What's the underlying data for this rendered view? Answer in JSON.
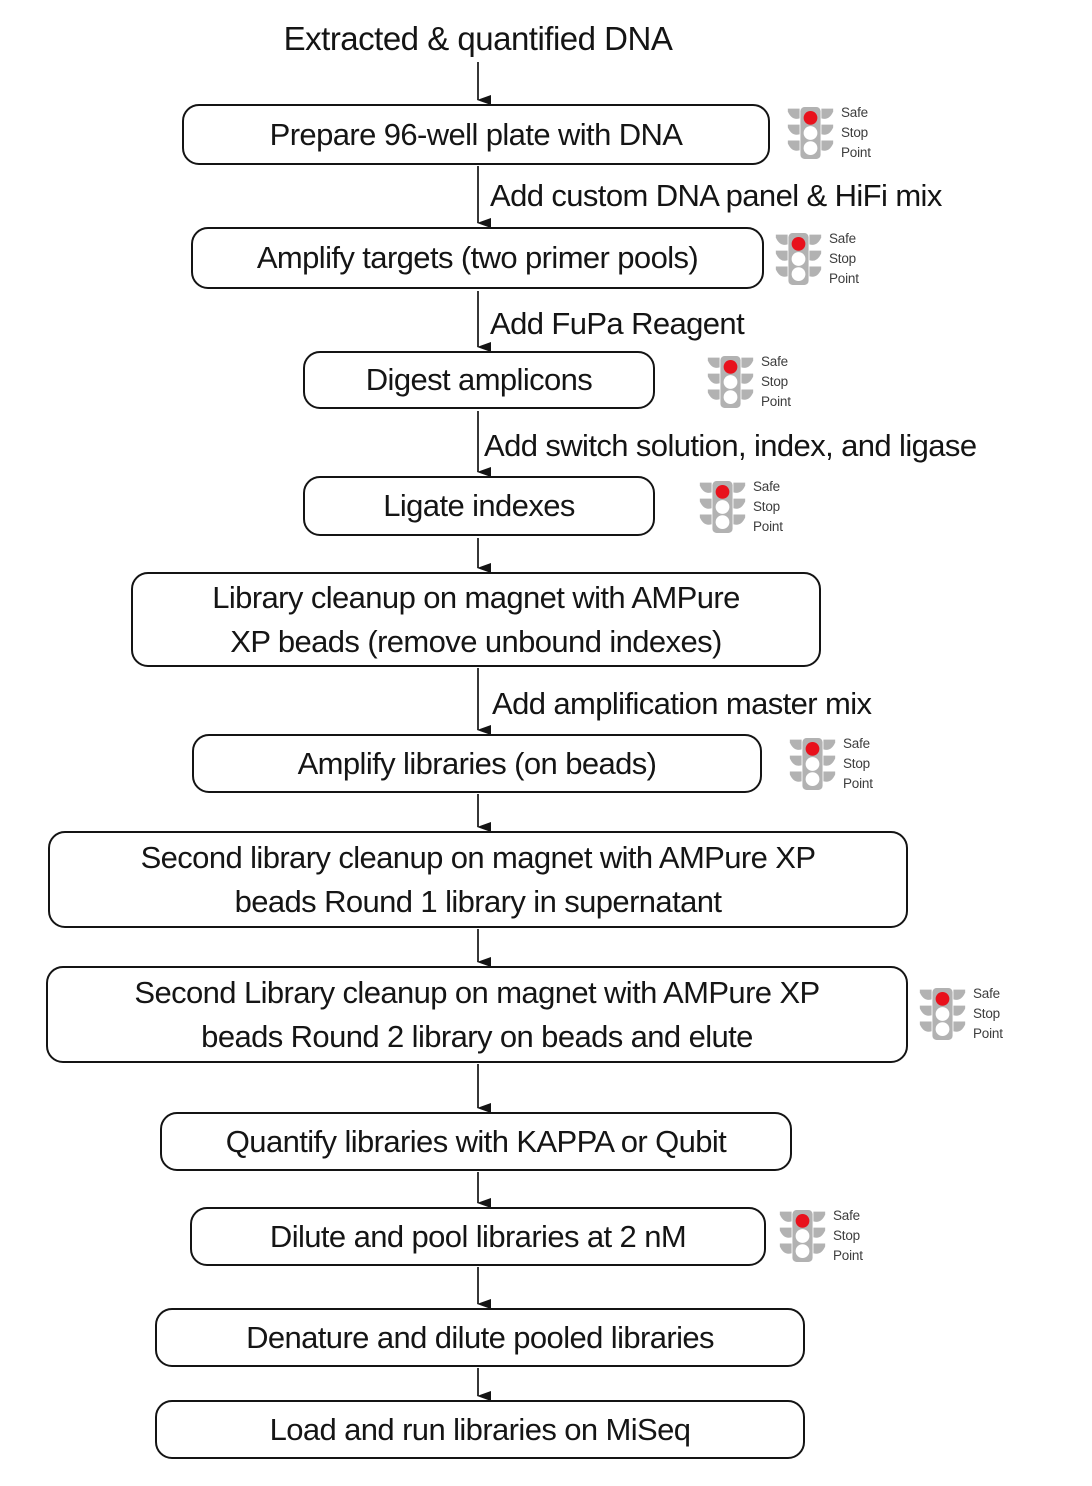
{
  "diagram": {
    "title": "Extracted & quantified DNA",
    "steps": [
      {
        "label": "Prepare 96-well plate with DNA",
        "safe_stop_point": true
      },
      {
        "label": "Amplify targets (two primer pools)",
        "safe_stop_point": true
      },
      {
        "label": "Digest amplicons",
        "safe_stop_point": true
      },
      {
        "label": "Ligate indexes",
        "safe_stop_point": true
      },
      {
        "label": "Library cleanup on magnet with AMPure\nXP beads (remove unbound indexes)",
        "safe_stop_point": false
      },
      {
        "label": "Amplify libraries (on beads)",
        "safe_stop_point": true
      },
      {
        "label": "Second library cleanup on magnet with AMPure XP\nbeads Round 1 library in supernatant",
        "safe_stop_point": false
      },
      {
        "label": "Second Library cleanup on magnet with AMPure XP\nbeads Round 2 library on beads and elute",
        "safe_stop_point": true
      },
      {
        "label": "Quantify libraries with KAPPA or Qubit",
        "safe_stop_point": false
      },
      {
        "label": "Dilute and pool libraries at 2 nM",
        "safe_stop_point": true
      },
      {
        "label": "Denature and dilute pooled libraries",
        "safe_stop_point": false
      },
      {
        "label": "Load and run libraries on MiSeq",
        "safe_stop_point": false
      }
    ],
    "edge_labels": [
      "Add custom DNA panel & HiFi mix",
      "Add FuPa Reagent",
      "Add switch solution, index, and ligase",
      "Add amplification master mix"
    ],
    "safe_stop_point": {
      "lines": [
        "Safe",
        "Stop",
        "Point"
      ]
    },
    "colors": {
      "signal_red": "#e8111c",
      "light_gray": "#b2b2b2",
      "line_black": "#141414"
    }
  }
}
